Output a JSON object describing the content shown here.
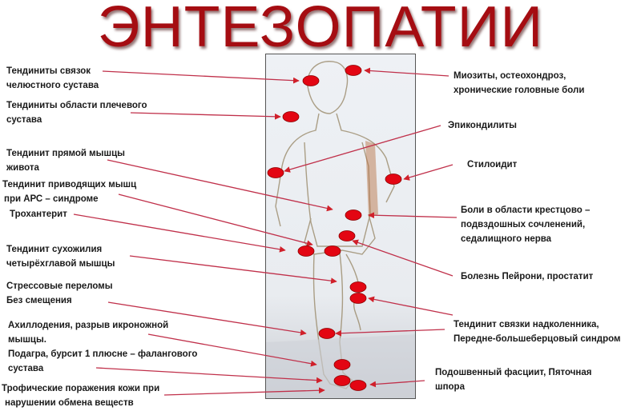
{
  "title": "ЭНТЕЗОПАТИИ",
  "colors": {
    "title": "#a50d12",
    "marker": "#e30613",
    "leader_line": "#c0304a",
    "text": "#1a1a1a"
  },
  "figure": {
    "description": "runner-illustration",
    "markers_count": 15
  },
  "left_labels": [
    {
      "line1": "Тендиниты связок",
      "line2": "челюстного сустава"
    },
    {
      "line1": "Тендиниты области плечевого",
      "line2": "сустава"
    },
    {
      "line1": "Тендинит прямой мышцы",
      "line2": "живота"
    },
    {
      "line1": "Тендинит приводящих мышц",
      "line2": "при АРС – синдроме"
    },
    {
      "line1": "Трохантерит",
      "line2": ""
    },
    {
      "line1": "Тендинит сухожилия",
      "line2": "четырёхглавой мышцы"
    },
    {
      "line1": "Стрессовые переломы",
      "line2": "Без смещения"
    },
    {
      "line1": "Ахиллодения, разрыв икроножной",
      "line2": "мышцы."
    },
    {
      "line1": "Подагра, бурсит 1 плюсне – фалангового",
      "line2": "сустава"
    },
    {
      "line1": "Трофические поражения кожи при",
      "line2": "нарушении обмена веществ"
    }
  ],
  "right_labels": [
    {
      "line1": "Миозиты, остеохондроз,",
      "line2": "хронические головные боли",
      "line3": ""
    },
    {
      "line1": "Эпикондилиты",
      "line2": "",
      "line3": ""
    },
    {
      "line1": "Стилоидит",
      "line2": "",
      "line3": ""
    },
    {
      "line1": "Боли в области крестцово –",
      "line2": "подвздошных сочленений,",
      "line3": "седалищного нерва"
    },
    {
      "line1": "Болезнь Пейрони, простатит",
      "line2": "",
      "line3": ""
    },
    {
      "line1": "Тендинит связки надколенника,",
      "line2": "Передне-большеберцовый синдром",
      "line3": ""
    },
    {
      "line1": "Подошвенный фасциит, Пяточная",
      "line2": "шпора",
      "line3": ""
    }
  ]
}
